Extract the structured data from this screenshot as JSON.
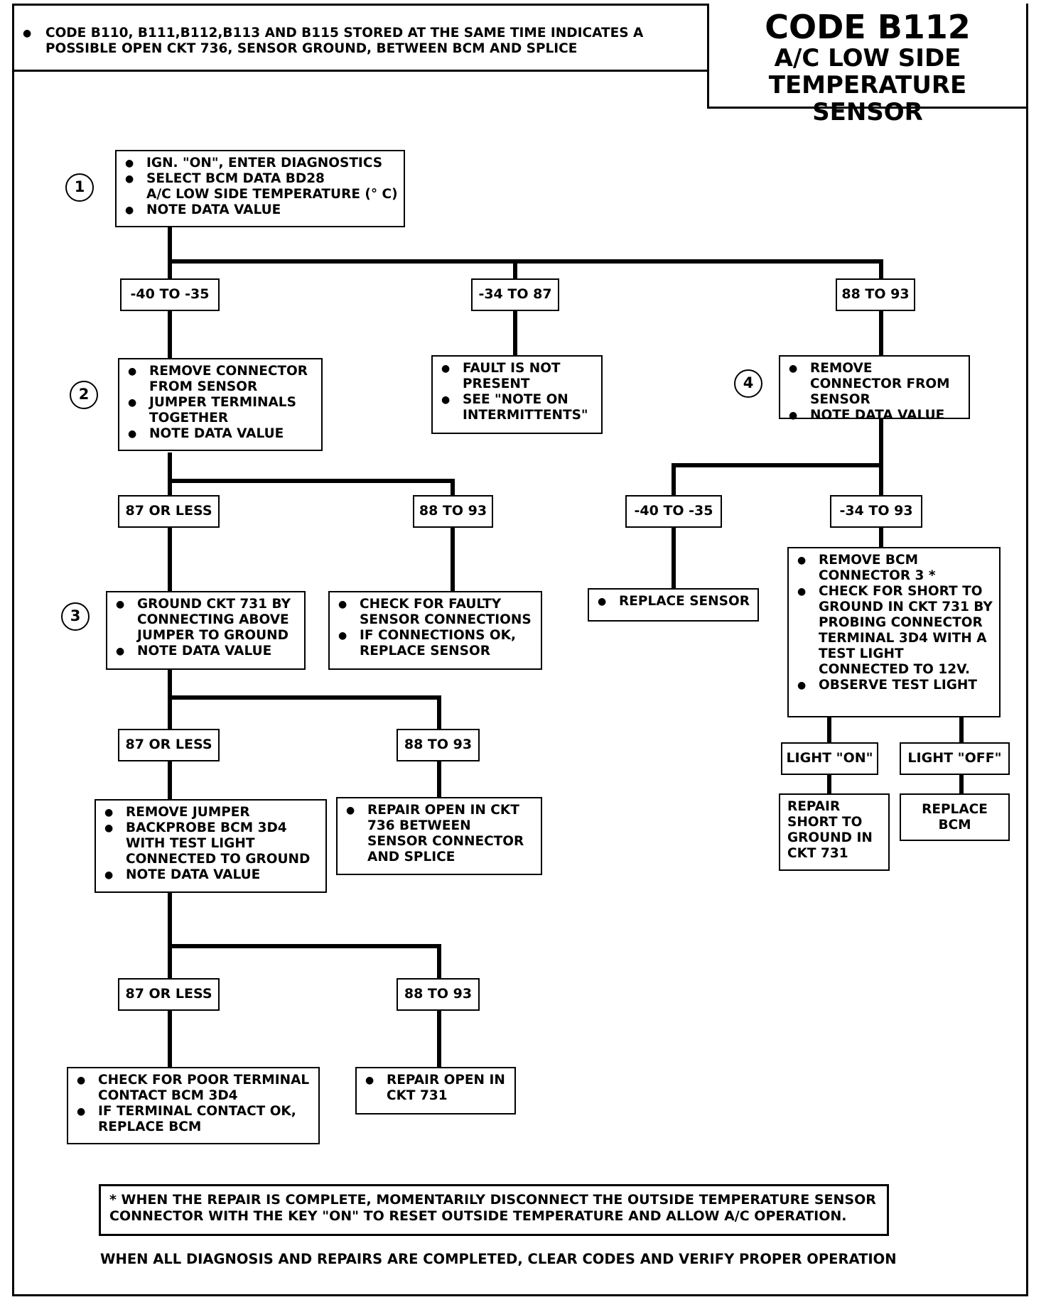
{
  "header": {
    "note": "CODE B110, B111,B112,B113 AND B115 STORED AT THE SAME TIME INDICATES A POSSIBLE OPEN CKT 736, SENSOR GROUND, BETWEEN BCM AND SPLICE"
  },
  "title": {
    "code": "CODE B112",
    "line1": "A/C LOW SIDE",
    "line2": "TEMPERATURE SENSOR"
  },
  "steps": {
    "s1": "1",
    "s2": "2",
    "s3": "3",
    "s4": "4"
  },
  "boxes": {
    "step1": [
      "IGN. \"ON\", ENTER DIAGNOSTICS",
      "SELECT BCM DATA BD28",
      "A/C LOW SIDE TEMPERATURE (° C)",
      "NOTE DATA VALUE"
    ],
    "step2": [
      "REMOVE CONNECTOR FROM SENSOR",
      "JUMPER TERMINALS TOGETHER",
      "NOTE DATA VALUE"
    ],
    "not_present": [
      "FAULT IS NOT PRESENT",
      "SEE \"NOTE ON INTERMITTENTS\""
    ],
    "step4": [
      "REMOVE CONNECTOR FROM SENSOR",
      "NOTE DATA VALUE"
    ],
    "step3": [
      "GROUND CKT 731 BY CONNECTING ABOVE JUMPER TO GROUND",
      "NOTE DATA VALUE"
    ],
    "check_faulty": [
      "CHECK FOR FAULTY SENSOR CONNECTIONS",
      "IF CONNECTIONS OK, REPLACE SENSOR"
    ],
    "replace_sensor": [
      "REPLACE SENSOR"
    ],
    "remove_bcm": [
      "REMOVE BCM CONNECTOR 3 *",
      "CHECK FOR SHORT TO GROUND IN CKT 731 BY PROBING CONNECTOR TERMINAL 3D4 WITH A TEST LIGHT CONNECTED TO 12V.",
      "OBSERVE TEST LIGHT"
    ],
    "remove_jumper": [
      "REMOVE JUMPER",
      "BACKPROBE BCM 3D4 WITH TEST LIGHT CONNECTED TO GROUND",
      "NOTE DATA VALUE"
    ],
    "repair_736": [
      "REPAIR OPEN IN CKT 736 BETWEEN SENSOR CONNECTOR AND SPLICE"
    ],
    "repair_short": "REPAIR SHORT TO GROUND IN CKT 731",
    "replace_bcm": "REPLACE BCM",
    "poor_terminal": [
      "CHECK FOR POOR TERMINAL CONTACT BCM 3D4",
      "IF TERMINAL CONTACT OK, REPLACE BCM"
    ],
    "repair_731": [
      "REPAIR OPEN IN CKT 731"
    ]
  },
  "labels": {
    "a": "-40 TO -35",
    "b": "-34 TO 87",
    "c": "88 TO 93",
    "d": "87 OR LESS",
    "e": "88 TO 93",
    "f": "-40 TO -35",
    "g": "-34 TO 93",
    "h": "87 OR LESS",
    "i": "88 TO 93",
    "j": "LIGHT \"ON\"",
    "k": "LIGHT \"OFF\"",
    "l": "87 OR LESS",
    "m": "88 TO 93"
  },
  "footer": {
    "note": "* WHEN THE REPAIR IS COMPLETE, MOMENTARILY DISCONNECT THE OUTSIDE TEMPERATURE SENSOR CONNECTOR WITH THE KEY \"ON\" TO RESET OUTSIDE TEMPERATURE AND ALLOW A/C OPERATION.",
    "final": "WHEN ALL DIAGNOSIS AND REPAIRS ARE COMPLETED, CLEAR CODES AND VERIFY PROPER OPERATION"
  }
}
